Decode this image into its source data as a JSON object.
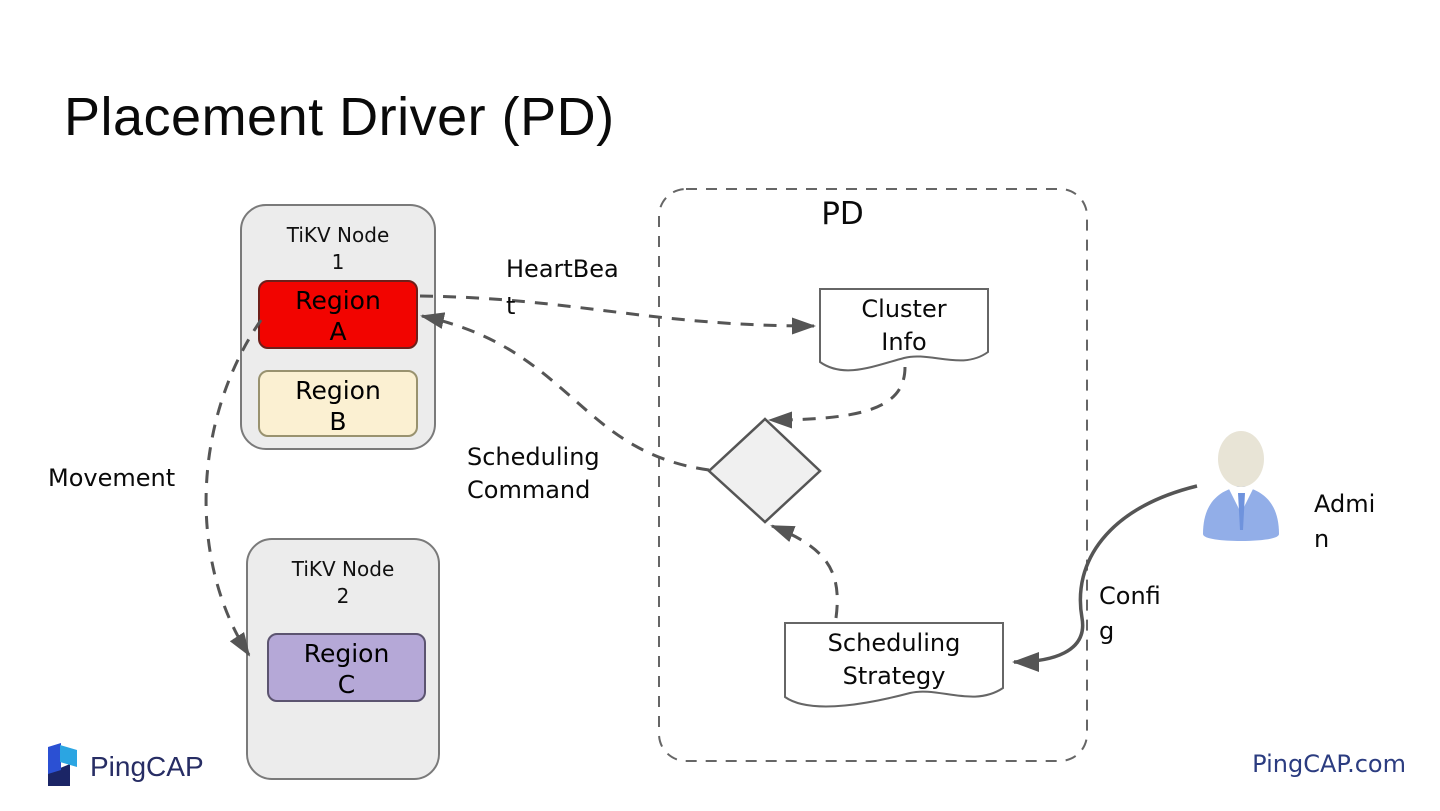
{
  "slide": {
    "title": "Placement Driver (PD)",
    "footer": {
      "brand": "PingCAP",
      "website": "PingCAP.com"
    }
  },
  "diagram": {
    "tikv_node_1": {
      "name": "TiKV Node",
      "number": "1"
    },
    "region_a": {
      "word": "Region",
      "letter": "A"
    },
    "region_b": {
      "word": "Region",
      "letter": "B"
    },
    "tikv_node_2": {
      "name": "TiKV Node",
      "number": "2"
    },
    "region_c": {
      "word": "Region",
      "letter": "C"
    },
    "pd": {
      "title": "PD"
    },
    "cluster_info": {
      "line1": "Cluster",
      "line2": "Info"
    },
    "scheduling_strategy": {
      "line1": "Scheduling",
      "line2": "Strategy"
    },
    "labels": {
      "movement": "Movement",
      "heartbeat": "HeartBeat",
      "scheduling_command": "Scheduling Command",
      "admin": "Admin",
      "config": "Config"
    },
    "colors": {
      "region_a_fill": "#f20400",
      "region_b_fill": "#fbf0d2",
      "region_c_fill": "#b5a8d7",
      "node_fill": "#ececec",
      "diamond_fill": "#f0f0f0",
      "doc_fill": "#ffffff",
      "connector": "#555555",
      "brand_navy": "#272d64",
      "person_head": "#e8e4d6",
      "person_body": "#92aee8"
    }
  }
}
